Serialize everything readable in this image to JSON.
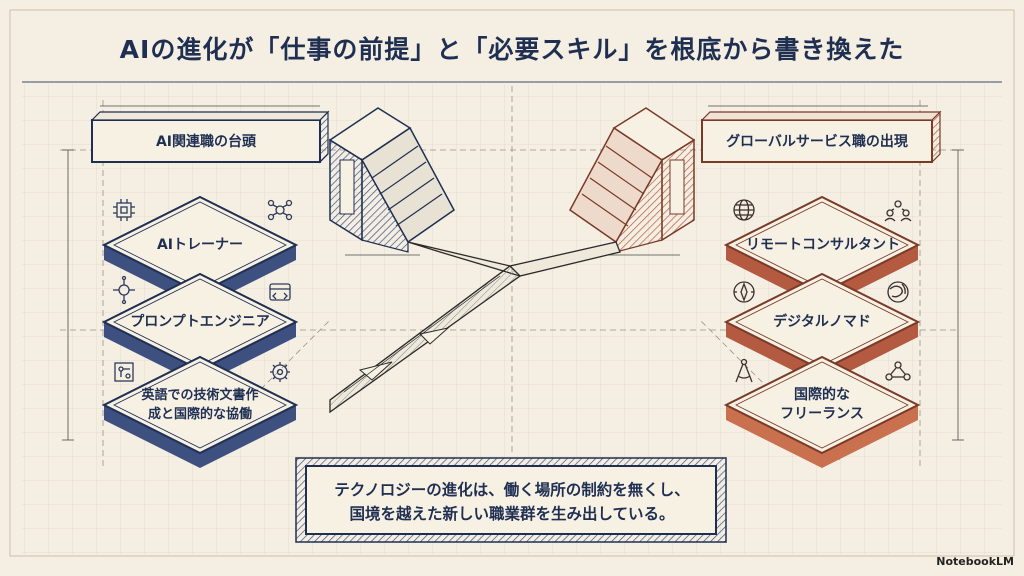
{
  "title": "AIの進化が「仕事の前提」と「必要スキル」を根底から書き換えた",
  "left": {
    "header": "AI関連職の台頭",
    "cards": [
      "AIトレーナー",
      "プロンプトエンジニア",
      "英語での技術文書作\n成と国際的な協働"
    ]
  },
  "right": {
    "header": "グローバルサービス職の出現",
    "cards": [
      "リモートコンサルタント",
      "デジタルノマド",
      "国際的な\nフリーランス"
    ]
  },
  "footer": {
    "text": "テクノロジーの進化は、働く場所の制約を無くし、\n国境を越えた新しい職業群を生み出している。"
  },
  "brand": "NotebookLM",
  "icons": {
    "left": [
      "chip-icon",
      "network-icon",
      "ai-node-icon",
      "code-window-icon",
      "circuit-board-icon",
      "gear-brain-icon"
    ],
    "right": [
      "globe-icon",
      "team-icon",
      "compass-icon",
      "world-map-icon",
      "drafting-compass-icon",
      "people-network-icon"
    ]
  },
  "colors": {
    "background": "#f4efe2",
    "navy": "#1f2f52",
    "left_accent": "#3d5080",
    "right_accent": "#b45a40",
    "card_face": "#f7f1e4"
  }
}
